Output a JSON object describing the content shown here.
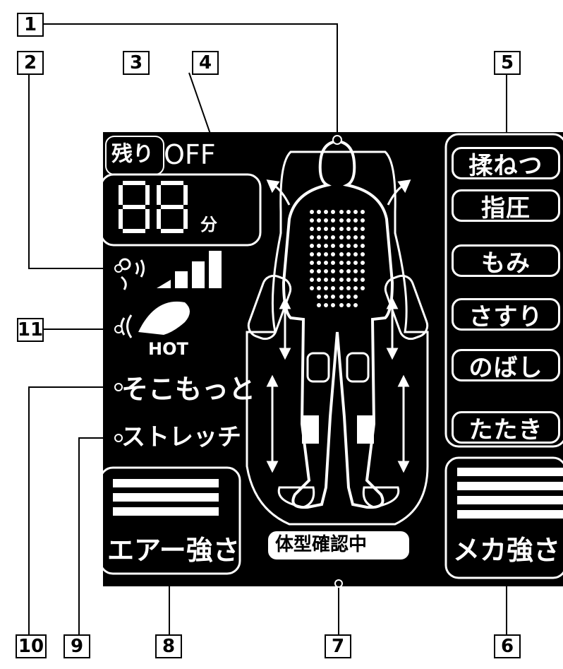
{
  "callouts": {
    "c1": "1",
    "c2": "2",
    "c3": "3",
    "c4": "4",
    "c5": "5",
    "c6": "6",
    "c7": "7",
    "c8": "8",
    "c9": "9",
    "c10": "10",
    "c11": "11"
  },
  "display": {
    "remaining_label": "残り",
    "off_label": "OFF",
    "time_digits": "88",
    "time_unit": "分",
    "hot_label": "HOT",
    "sokomotto": "そこもっと",
    "stretch": "ストレッチ",
    "air_strength": "エアー強さ",
    "body_check": "体型確認中",
    "mecha_strength": "メカ強さ"
  },
  "modes": [
    "揉ねつ",
    "指圧",
    "もみ",
    "さすり",
    "のばし",
    "たたき"
  ],
  "colors": {
    "panel": "#000000",
    "lit": "#ffffff"
  }
}
